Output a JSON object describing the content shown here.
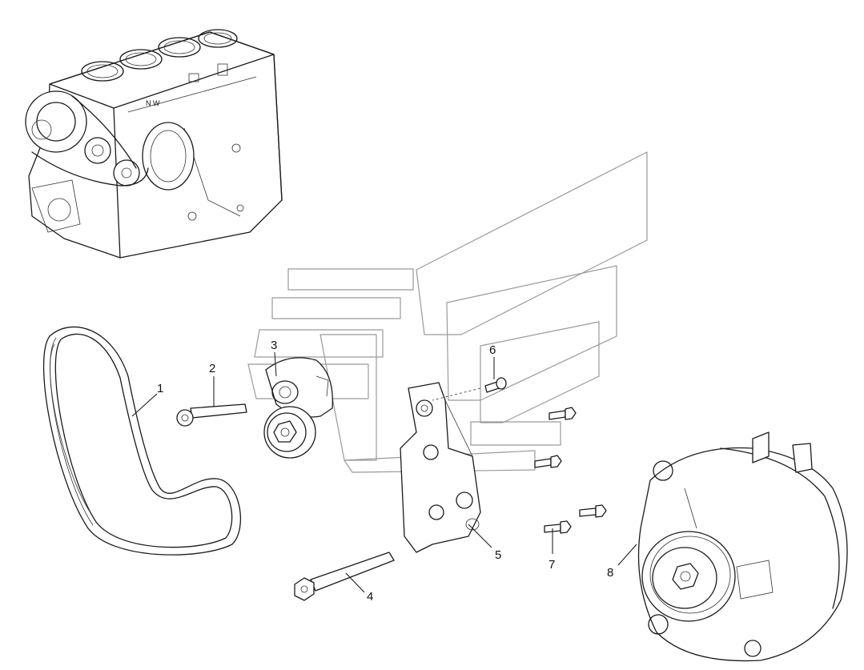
{
  "callouts": [
    {
      "id": "1",
      "label": "1"
    },
    {
      "id": "2",
      "label": "2"
    },
    {
      "id": "3",
      "label": "3"
    },
    {
      "id": "4",
      "label": "4"
    },
    {
      "id": "5",
      "label": "5"
    },
    {
      "id": "6",
      "label": "6"
    },
    {
      "id": "7",
      "label": "7"
    },
    {
      "id": "8",
      "label": "8"
    }
  ],
  "engine_marking": "N W"
}
